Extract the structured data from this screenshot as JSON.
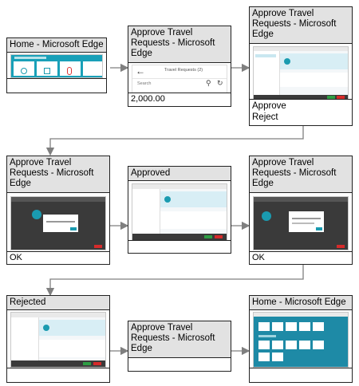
{
  "nodes": [
    {
      "id": "n1",
      "title": "Home - Microsoft Edge",
      "footer": [],
      "thumbnail": "edge-home-travel-expenses"
    },
    {
      "id": "n2",
      "title": "Approve Travel Requests - Microsoft Edge",
      "footer": [
        "2,000.00"
      ],
      "thumbnail": "travel-requests-list",
      "thumbnail_text": {
        "header": "Travel Requests (2)",
        "search_placeholder": "Search"
      }
    },
    {
      "id": "n3",
      "title": "Approve Travel Requests - Microsoft Edge",
      "footer": [
        "Approve",
        "Reject"
      ],
      "thumbnail": "travel-request-detail"
    },
    {
      "id": "n4",
      "title": "Approve Travel Requests - Microsoft Edge",
      "footer": [
        "OK"
      ],
      "thumbnail": "approve-dialog-dark"
    },
    {
      "id": "n5",
      "title": "Approved",
      "footer": [],
      "thumbnail": "request-approved"
    },
    {
      "id": "n6",
      "title": "Approve Travel Requests - Microsoft Edge",
      "footer": [
        "OK"
      ],
      "thumbnail": "reject-dialog-dark"
    },
    {
      "id": "n7",
      "title": "Rejected",
      "footer": [],
      "thumbnail": "request-rejected"
    },
    {
      "id": "n8",
      "title": "Approve Travel Requests - Microsoft Edge",
      "footer": [],
      "thumbnail": "none"
    },
    {
      "id": "n9",
      "title": "Home - Microsoft Edge",
      "footer": [],
      "thumbnail": "edge-home-tiles"
    }
  ],
  "edges": [
    [
      "n1",
      "n2"
    ],
    [
      "n2",
      "n3"
    ],
    [
      "n3",
      "n4"
    ],
    [
      "n4",
      "n5"
    ],
    [
      "n5",
      "n6"
    ],
    [
      "n6",
      "n7"
    ],
    [
      "n7",
      "n8"
    ],
    [
      "n8",
      "n9"
    ]
  ],
  "colors": {
    "header_bg": "#e2e2e2",
    "border": "#222222",
    "arrow": "#7f7f7f",
    "teal": "#1a9bb0",
    "dark_overlay": "#3a3a3a"
  }
}
